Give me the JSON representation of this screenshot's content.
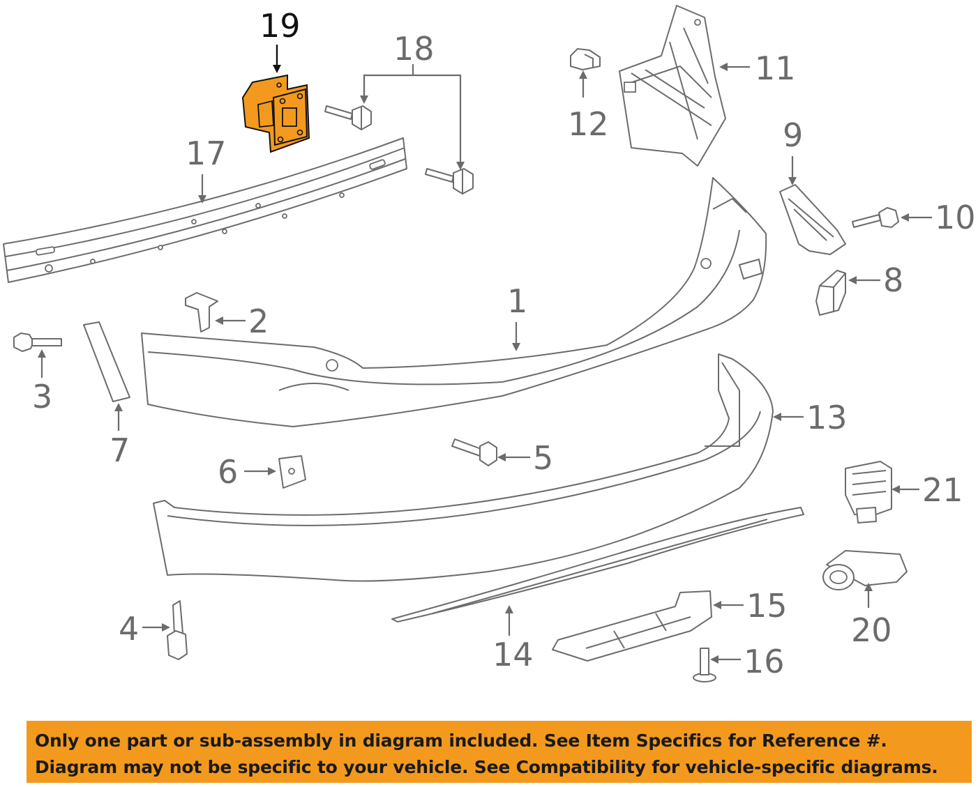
{
  "highlight_color": "#f39a1e",
  "callouts": {
    "c1": "1",
    "c2": "2",
    "c3": "3",
    "c4": "4",
    "c5": "5",
    "c6": "6",
    "c7": "7",
    "c8": "8",
    "c9": "9",
    "c10": "10",
    "c11": "11",
    "c12": "12",
    "c13": "13",
    "c14": "14",
    "c15": "15",
    "c16": "16",
    "c17": "17",
    "c18": "18",
    "c19": "19",
    "c20": "20",
    "c21": "21"
  },
  "highlighted_part": "19",
  "disclaimer": {
    "line1": "Only one part or sub-assembly in diagram included. See Item Specifics for Reference #.",
    "line2": "Diagram may not be specific to your vehicle. See Compatibility for vehicle-specific diagrams."
  }
}
